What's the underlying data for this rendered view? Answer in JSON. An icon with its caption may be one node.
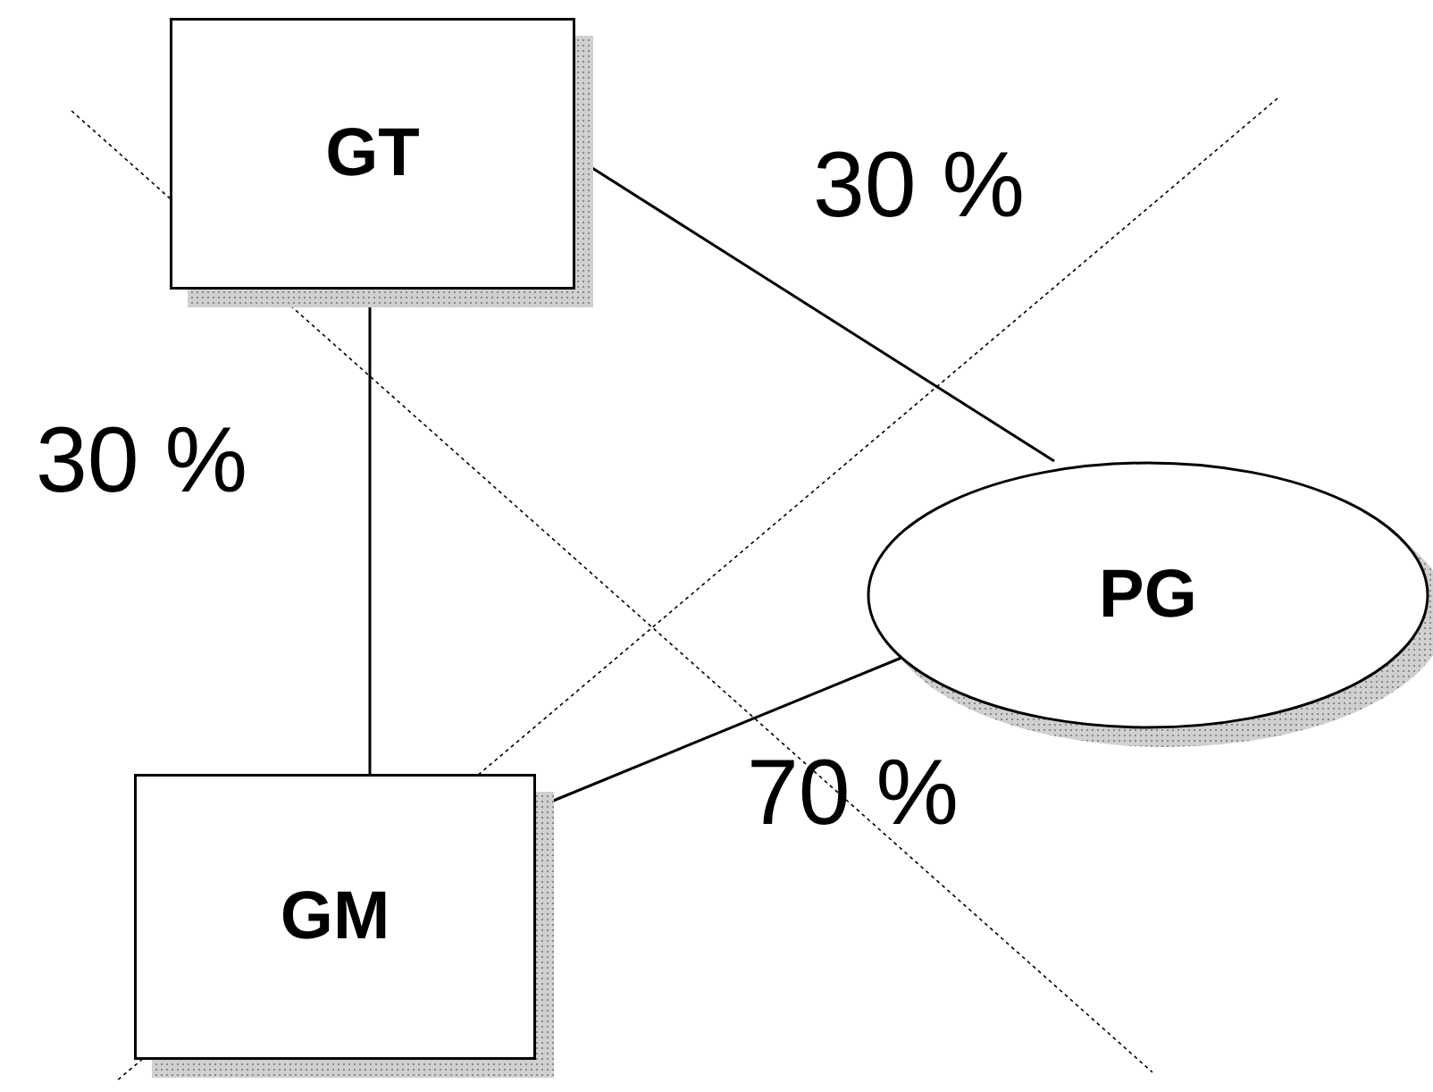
{
  "diagram": {
    "nodes": [
      {
        "text": [
          "GT"
        ]
      },
      {
        "text": [
          "PG"
        ]
      },
      {
        "text": [
          "GM"
        ]
      }
    ],
    "edges": [
      {
        "from": 0,
        "to": 1,
        "arrow": "none"
      },
      {
        "from": 0,
        "to": 2,
        "arrow": "none"
      },
      {
        "from": 2,
        "to": 1,
        "arrow": "none"
      }
    ],
    "labels": [
      "30 %",
      "30 %",
      "70 %"
    ]
  }
}
